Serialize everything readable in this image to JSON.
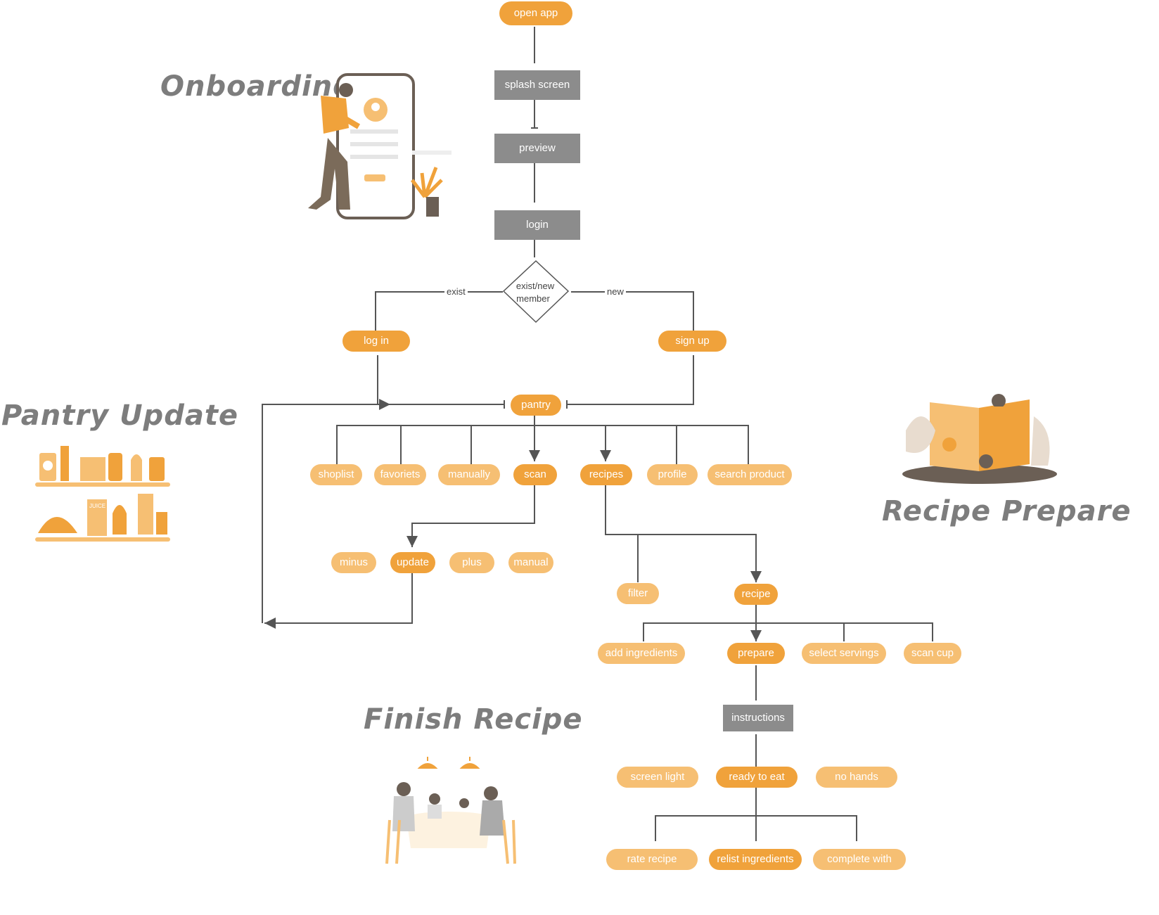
{
  "colors": {
    "primary": "#f0a23b",
    "secondary": "#f6bf73",
    "box": "#8c8c8c",
    "line": "#555555",
    "title": "#7d7d7d"
  },
  "sections": {
    "onboarding": "Onboarding",
    "pantry_update": "Pantry Update",
    "recipe_prepare": "Recipe Prepare",
    "finish_recipe": "Finish Recipe"
  },
  "flow": {
    "open_app": "open app",
    "splash_screen": "splash screen",
    "preview": "preview",
    "login": "login",
    "decision": {
      "line1": "exist/new",
      "line2": "member"
    },
    "edge_exist": "exist",
    "edge_new": "new",
    "log_in": "log in",
    "sign_up": "sign up",
    "pantry": "pantry",
    "pantry_children": [
      "shoplist",
      "favoriets",
      "manually",
      "scan",
      "recipes",
      "profile",
      "search product"
    ],
    "scan_children": [
      "minus",
      "update",
      "plus",
      "manual"
    ],
    "recipes_children": [
      "filter",
      "recipe"
    ],
    "recipe_children": [
      "add ingredients",
      "prepare",
      "select servings",
      "scan cup"
    ],
    "instructions": "instructions",
    "instruction_children": [
      "screen light",
      "ready to eat",
      "no hands"
    ],
    "finish_children": [
      "rate recipe",
      "relist ingredients",
      "complete with"
    ]
  },
  "illustrations": {
    "juice_label": "JUICE"
  }
}
